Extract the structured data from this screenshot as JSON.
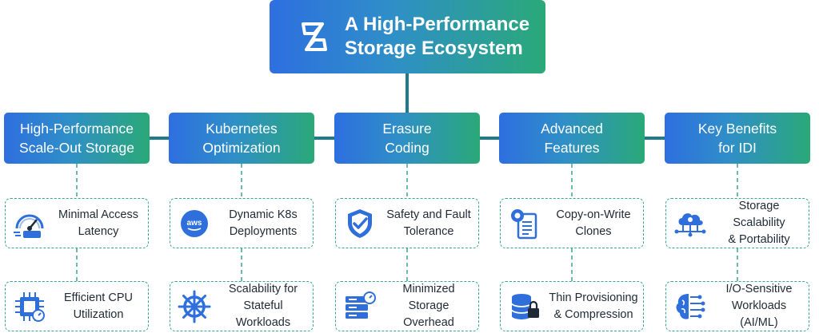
{
  "root": {
    "title_line1": "A High-Performance",
    "title_line2": "Storage Ecosystem",
    "logo_icon": "brand-logo-icon"
  },
  "colors": {
    "gradient_start": "#2e6fe0",
    "gradient_end": "#2aa978",
    "connector": "#1f7a8c",
    "dashed": "#3aa690",
    "icon_blue": "#2f6fdc"
  },
  "columns": [
    {
      "heading_line1": "High-Performance",
      "heading_line2": "Scale-Out Storage",
      "items": [
        {
          "line1": "Minimal Access",
          "line2": "Latency",
          "icon": "speedometer-icon"
        },
        {
          "line1": "Efficient CPU",
          "line2": "Utilization",
          "icon": "cpu-chip-icon"
        }
      ]
    },
    {
      "heading_line1": "Kubernetes",
      "heading_line2": "Optimization",
      "items": [
        {
          "line1": "Dynamic K8s",
          "line2": "Deployments",
          "icon": "aws-icon",
          "badge": "aws"
        },
        {
          "line1": "Scalability for",
          "line2": "Stateful Workloads",
          "icon": "kubernetes-helm-icon"
        }
      ]
    },
    {
      "heading_line1": "Erasure",
      "heading_line2": "Coding",
      "items": [
        {
          "line1": "Safety and Fault",
          "line2": "Tolerance",
          "icon": "shield-check-icon"
        },
        {
          "line1": "Minimized Storage",
          "line2": "Overhead",
          "icon": "server-stack-icon"
        }
      ]
    },
    {
      "heading_line1": "Advanced",
      "heading_line2": "Features",
      "items": [
        {
          "line1": "Copy-on-Write",
          "line2": "Clones",
          "icon": "document-copy-icon"
        },
        {
          "line1": "Thin Provisioning",
          "line2": "& Compression",
          "icon": "database-lock-icon"
        }
      ]
    },
    {
      "heading_line1": "Key Benefits",
      "heading_line2": "for IDI",
      "items": [
        {
          "line1": "Storage Scalability",
          "line2": "& Portability",
          "icon": "cloud-network-icon"
        },
        {
          "line1": "I/O-Sensitive",
          "line2": "Workloads (AI/ML)",
          "icon": "ai-brain-icon"
        }
      ]
    }
  ]
}
